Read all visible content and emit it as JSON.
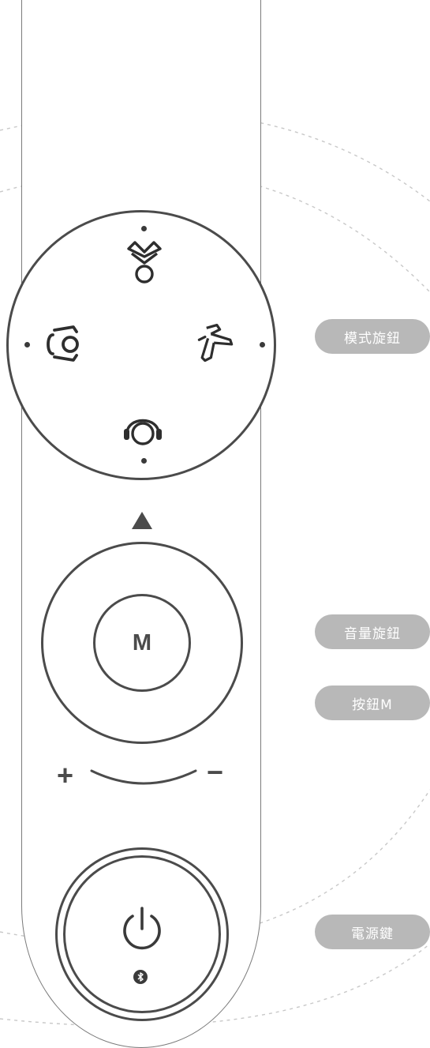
{
  "controls": {
    "mode_dial": {
      "icons": [
        "neck-massage-icon",
        "hand-massage-icon",
        "leg-massage-icon",
        "head-massage-icon"
      ]
    },
    "mode_indicator": "triangle-up-icon",
    "volume_dial": {
      "m_button_label": "M",
      "plus_label": "+",
      "minus_label": "−"
    },
    "power": {
      "icon": "power-icon",
      "sub_icon": "bluetooth-icon"
    }
  },
  "callouts": {
    "mode_knob": "模式旋鈕",
    "volume_knob": "音量旋鈕",
    "m_button": "按鈕M",
    "power_key": "電源鍵"
  },
  "colors": {
    "stroke": "#4b4b4b",
    "callout_bg": "#b8b8b8",
    "callout_text": "#ffffff",
    "guide_arc": "#c8c8c8"
  }
}
